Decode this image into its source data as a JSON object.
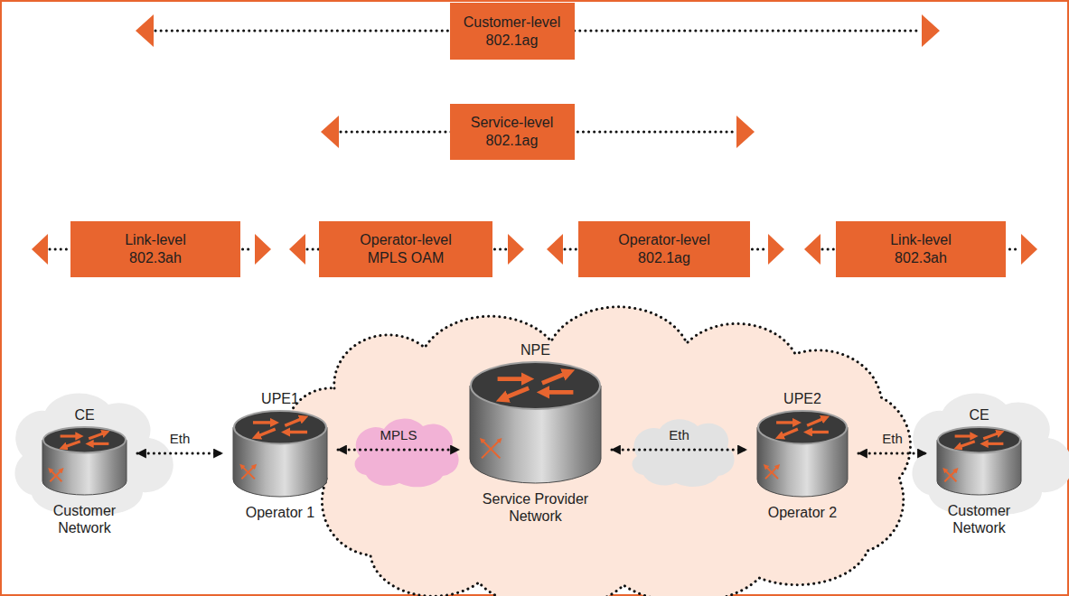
{
  "diagram": {
    "nodes": [
      {
        "text": [
          "Customer-level 802.1ag"
        ]
      },
      {
        "text": [
          "Service-level 802.1ag"
        ]
      },
      {
        "text": [
          "Link-level 802.3ah"
        ]
      },
      {
        "text": [
          "Operator-level MPLS OAM"
        ]
      },
      {
        "text": [
          "Operator-level 802.1ag"
        ]
      },
      {
        "text": [
          "Link-level 802.3ah"
        ]
      },
      {
        "text": [
          "CE",
          "Customer Network"
        ]
      },
      {
        "text": [
          "UPE1",
          "Operator 1"
        ]
      },
      {
        "text": [
          "NPE",
          "Service Provider Network"
        ]
      },
      {
        "text": [
          "UPE2",
          "Operator 2"
        ]
      },
      {
        "text": [
          "CE",
          "Customer Network"
        ]
      }
    ],
    "edges": [
      {
        "from": 6,
        "to": 7,
        "arrow": "both",
        "label": "Eth"
      },
      {
        "from": 7,
        "to": 8,
        "arrow": "both",
        "label": "MPLS"
      },
      {
        "from": 8,
        "to": 9,
        "arrow": "both",
        "label": "Eth"
      },
      {
        "from": 9,
        "to": 10,
        "arrow": "both",
        "label": "Eth"
      }
    ]
  }
}
